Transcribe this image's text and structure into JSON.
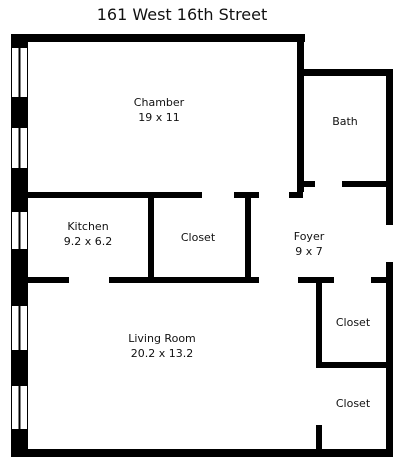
{
  "plan": {
    "title": "161 West 16th Street",
    "wall_color": "#000000",
    "background_color": "#ffffff",
    "rooms": {
      "chamber": {
        "name": "Chamber",
        "dims": "19 x 11"
      },
      "bath": {
        "name": "Bath"
      },
      "kitchen": {
        "name": "Kitchen",
        "dims": "9.2 x 6.2"
      },
      "closet_center": {
        "name": "Closet"
      },
      "foyer": {
        "name": "Foyer",
        "dims": "9 x 7"
      },
      "living_room": {
        "name": "Living Room",
        "dims": "20.2 x 13.2"
      },
      "closet_right_upper": {
        "name": "Closet"
      },
      "closet_right_lower": {
        "name": "Closet"
      }
    }
  }
}
